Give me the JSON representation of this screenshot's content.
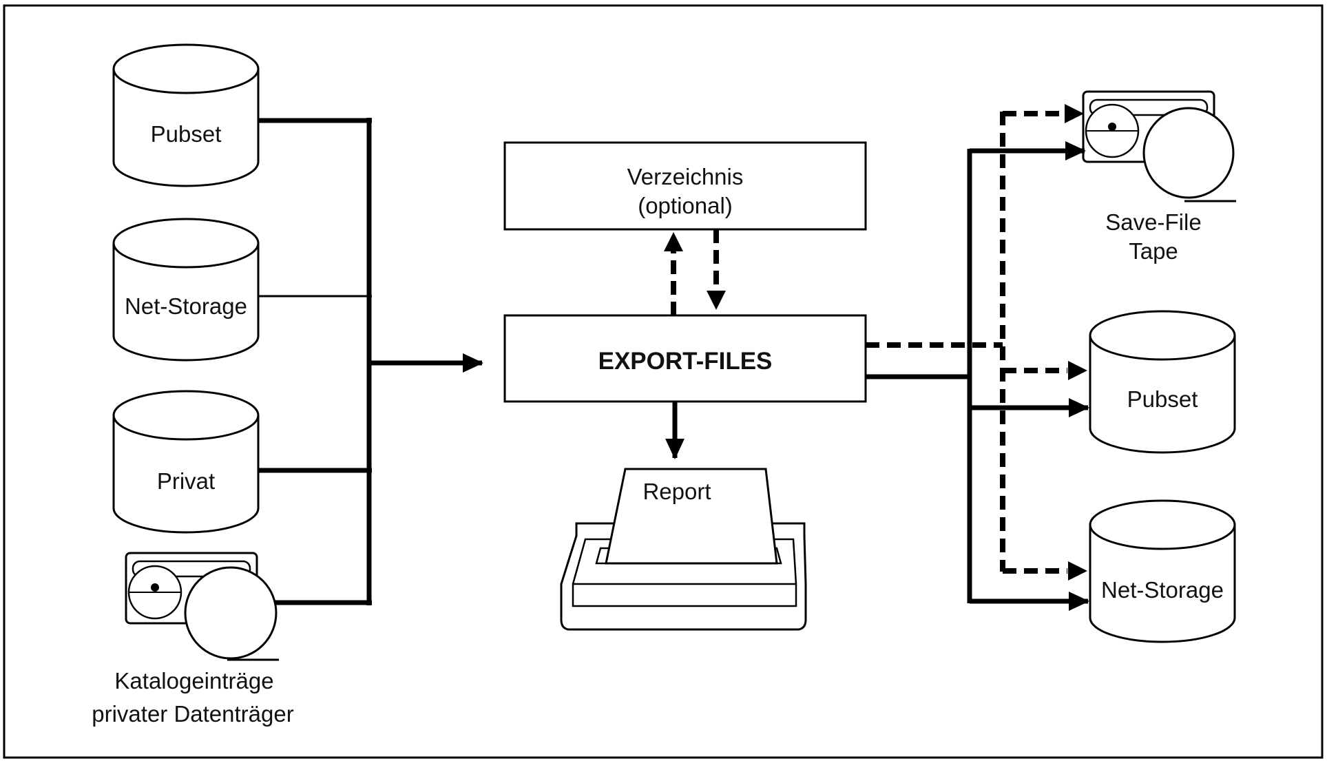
{
  "left_sources": {
    "pubset": "Pubset",
    "net_storage": "Net-Storage",
    "privat": "Privat",
    "tape_caption_line1": "Katalogeinträge",
    "tape_caption_line2": "privater Datenträger"
  },
  "center": {
    "verzeichnis_line1": "Verzeichnis",
    "verzeichnis_line2": "(optional)",
    "export_files": "EXPORT-FILES",
    "report": "Report"
  },
  "right_targets": {
    "savefile_line1": "Save-File",
    "savefile_line2": "Tape",
    "pubset": "Pubset",
    "net_storage": "Net-Storage"
  }
}
